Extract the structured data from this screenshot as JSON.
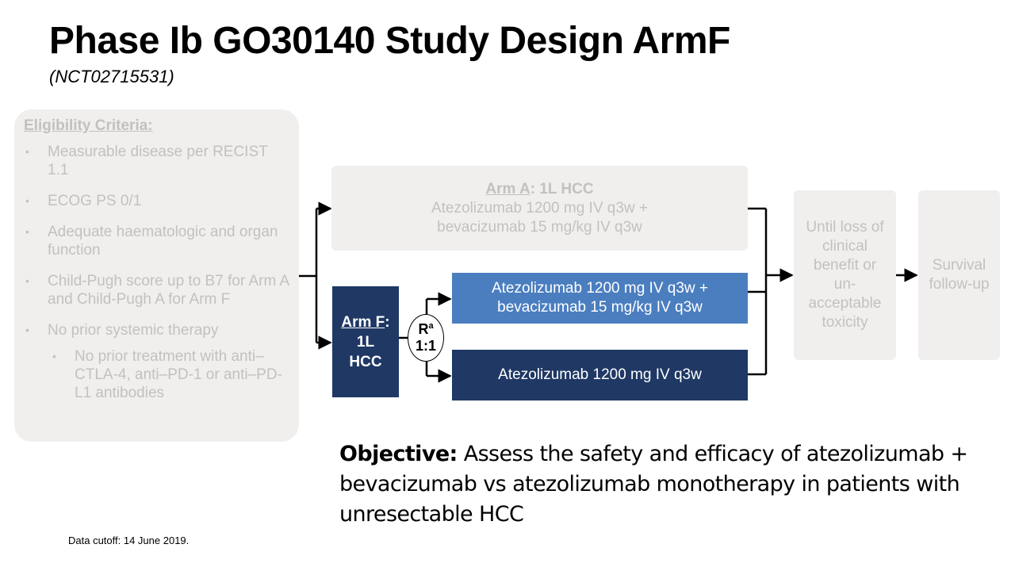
{
  "header": {
    "title": "Phase Ib GO30140 Study Design ArmF",
    "subtitle": "(NCT02715531)"
  },
  "eligibility": {
    "heading": "Eligibility  Criteria:",
    "items": [
      "Measurable disease per RECIST 1.1",
      "ECOG PS 0/1",
      "Adequate haematologic and organ function",
      "Child-Pugh  score up to B7 for Arm A and Child-Pugh A for Arm F",
      "No prior systemic therapy"
    ],
    "subitem": "No prior treatment with anti–CTLA-4, anti–PD-1 or anti–PD-L1 antibodies"
  },
  "arm_a": {
    "label": "Arm A",
    "label_suffix": ": 1L HCC",
    "line1": "Atezolizumab  1200 mg  IV q3w +",
    "line2": "bevacizumab  15 mg/kg  IV q3w"
  },
  "arm_f": {
    "label": "Arm F",
    "label_suffix": ":",
    "line2": "1L",
    "line3": "HCC"
  },
  "randomization": {
    "letter": "R",
    "superscript": "a",
    "ratio": "1:1"
  },
  "combo_arm": {
    "line1": "Atezolizumab  1200 mg  IV q3w +",
    "line2": "bevacizumab  15 mg/kg  IV q3w"
  },
  "mono_arm": {
    "text": "Atezolizumab  1200 mg  IV q3w"
  },
  "until_box": {
    "lines": [
      "Until loss of",
      "clinical",
      "benefit or",
      "un-",
      "acceptable",
      "toxicity"
    ]
  },
  "survival_box": {
    "lines": [
      "Survival",
      "follow-up"
    ]
  },
  "objective": {
    "label": "Objective:",
    "text": " Assess the safety and efficacy of atezolizumab + bevacizumab vs atezolizumab monotherapy in patients with unresectable HCC"
  },
  "footnote": "Data cutoff: 14 June 2019.",
  "colors": {
    "navy": "#1f3864",
    "blue": "#4a7ebf",
    "greyed_box": "#f1eeee",
    "greyed_text": "#c3c0c0"
  }
}
